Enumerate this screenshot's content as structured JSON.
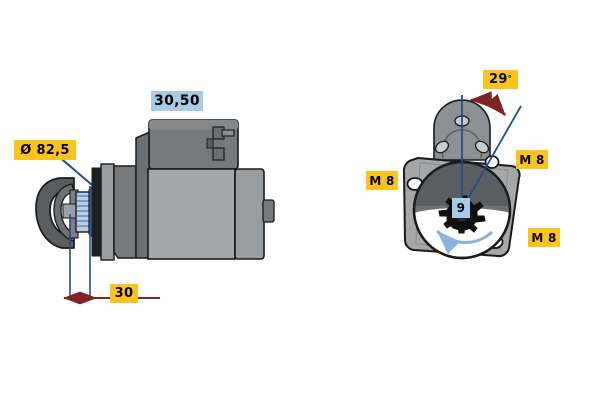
{
  "drawing": {
    "title": "Starter motor dimensional drawing",
    "background_color": "#ffffff",
    "views": [
      {
        "name": "side-view",
        "description": "Starter motor side elevation with drive-end pinion at left and solenoid on top"
      },
      {
        "name": "end-view",
        "description": "Drive-end flange face view showing pinion, three M 8 mounting points and solenoid clocking angle"
      }
    ]
  },
  "callouts": {
    "diameter": {
      "label": "Ø 82,5",
      "style": "yellow",
      "meaning": "flange-pilot-diameter-mm"
    },
    "length": {
      "label": "30,50",
      "style": "blue",
      "meaning": "overall-length-or-height-mm"
    },
    "offset": {
      "label": "30",
      "style": "yellow",
      "meaning": "pinion-offset-mm"
    },
    "angle": {
      "label": "29",
      "degree_symbol": "°",
      "style": "yellow",
      "meaning": "solenoid-clocking-angle-degrees"
    },
    "teeth": {
      "label": "9",
      "style": "blue",
      "meaning": "pinion-tooth-count"
    },
    "thread_left": {
      "label": "M 8",
      "style": "yellow",
      "meaning": "mounting-thread-size"
    },
    "thread_upper_right": {
      "label": "M 8",
      "style": "yellow",
      "meaning": "mounting-thread-size"
    },
    "thread_lower_right": {
      "label": "M 8",
      "style": "yellow",
      "meaning": "mounting-thread-size"
    }
  },
  "colors": {
    "yellow_callout": "#fcc41c",
    "blue_callout": "#a8cbe8",
    "dimension_red": "#7e2427",
    "leader_blue": "#1c4f8f",
    "rotation_blue": "#8ab4dd",
    "body_light": "#a5a7a9",
    "body_mid": "#8e9193",
    "body_dark": "#6e7173",
    "body_darker": "#5b5e60",
    "outline": "#1a1a1a",
    "steel": "#b9cfe3"
  }
}
